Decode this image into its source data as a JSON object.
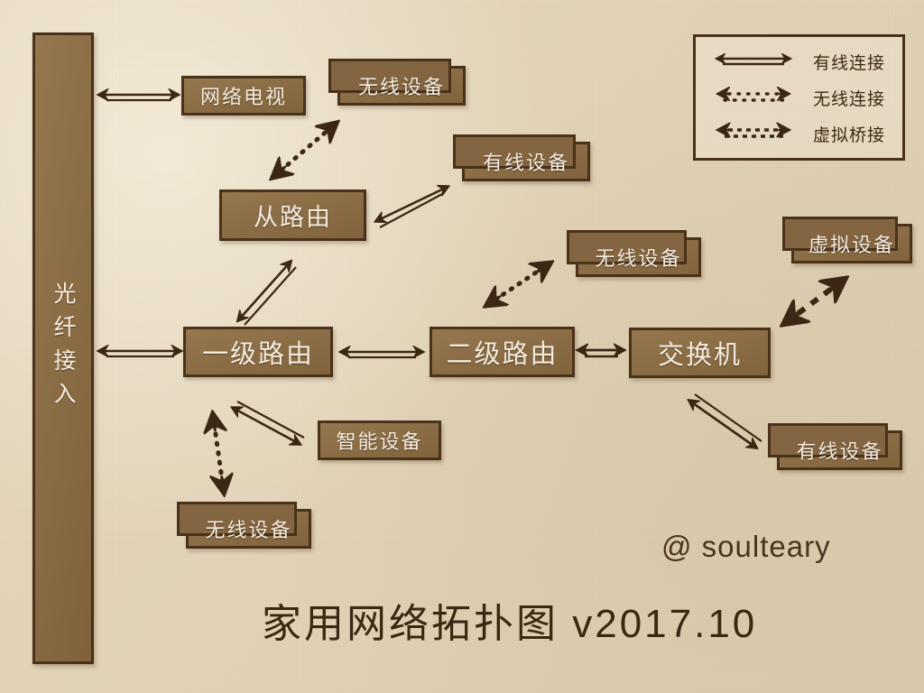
{
  "meta": {
    "title": "家用网络拓扑图 v2017.10",
    "signature": "@ soulteary",
    "background_color": "#e6d8be",
    "node_fill": "#8a6b42",
    "node_border": "#4a3119",
    "ink_color": "#3b2713",
    "node_text_color": "#f3ece0"
  },
  "uplink": {
    "label": "光纤接入"
  },
  "legend": {
    "items": [
      {
        "label": "有线连接",
        "style": "solid"
      },
      {
        "label": "无线连接",
        "style": "dotted"
      },
      {
        "label": "虚拟桥接",
        "style": "dashed"
      }
    ]
  },
  "nodes": [
    {
      "id": "iptv",
      "label": "网络电视",
      "stacked": false
    },
    {
      "id": "wifi-slave",
      "label": "无线设备",
      "stacked": true
    },
    {
      "id": "slave-router",
      "label": "从路由",
      "stacked": false
    },
    {
      "id": "wired-slave",
      "label": "有线设备",
      "stacked": true
    },
    {
      "id": "router-1",
      "label": "一级路由",
      "stacked": false
    },
    {
      "id": "router-2",
      "label": "二级路由",
      "stacked": false
    },
    {
      "id": "switch",
      "label": "交换机",
      "stacked": false
    },
    {
      "id": "wifi-r2",
      "label": "无线设备",
      "stacked": true
    },
    {
      "id": "virtual-dev",
      "label": "虚拟设备",
      "stacked": true
    },
    {
      "id": "smart-dev",
      "label": "智能设备",
      "stacked": false
    },
    {
      "id": "wifi-r1",
      "label": "无线设备",
      "stacked": true
    },
    {
      "id": "wired-switch",
      "label": "有线设备",
      "stacked": true
    }
  ],
  "links": [
    {
      "from": "光纤接入",
      "to": "网络电视",
      "type": "有线连接"
    },
    {
      "from": "光纤接入",
      "to": "一级路由",
      "type": "有线连接"
    },
    {
      "from": "从路由",
      "to": "无线设备",
      "type": "无线连接"
    },
    {
      "from": "从路由",
      "to": "有线设备",
      "type": "有线连接"
    },
    {
      "from": "从路由",
      "to": "一级路由",
      "type": "有线连接"
    },
    {
      "from": "一级路由",
      "to": "二级路由",
      "type": "有线连接"
    },
    {
      "from": "一级路由",
      "to": "智能设备",
      "type": "有线连接"
    },
    {
      "from": "一级路由",
      "to": "无线设备",
      "type": "无线连接"
    },
    {
      "from": "二级路由",
      "to": "无线设备",
      "type": "无线连接"
    },
    {
      "from": "二级路由",
      "to": "交换机",
      "type": "有线连接"
    },
    {
      "from": "交换机",
      "to": "虚拟设备",
      "type": "虚拟桥接"
    },
    {
      "from": "交换机",
      "to": "有线设备",
      "type": "有线连接"
    }
  ]
}
